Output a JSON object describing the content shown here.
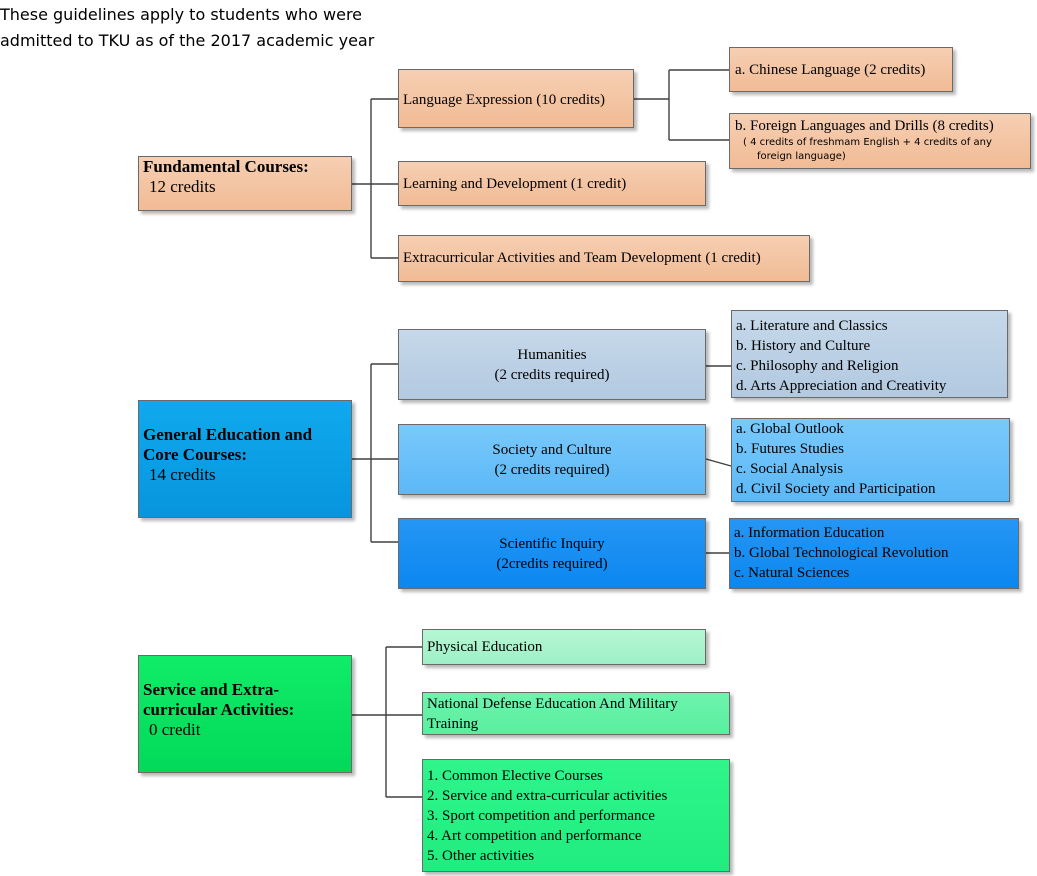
{
  "note": {
    "line1": "These guidelines apply to students who were",
    "line2": "admitted to TKU as of the 2017 academic year"
  },
  "fundamental": {
    "title": "Fundamental Courses:",
    "credits": "12 credits",
    "language_expression": "Language Expression (10 credits)",
    "chinese": "a. Chinese Language (2 credits)",
    "foreign": "b. Foreign Languages and Drills (8 credits)",
    "foreign_note1": "( 4 credits of freshmam English +  4 credits of any",
    "foreign_note2": "foreign language)",
    "learning": "Learning and Development (1 credit)",
    "extracurricular": "Extracurricular Activities and Team Development (1 credit)"
  },
  "general": {
    "title_line1": "General Education and",
    "title_line2": "Core Courses:",
    "credits": "14 credits",
    "humanities": {
      "name": "Humanities",
      "req": "(2 credits required)",
      "items": [
        "a. Literature and Classics",
        "b. History and Culture",
        "c. Philosophy and Religion",
        "d. Arts Appreciation and Creativity"
      ]
    },
    "society": {
      "name": "Society and Culture",
      "req": "(2 credits required)",
      "items": [
        "a. Global Outlook",
        "b. Futures Studies",
        "c. Social Analysis",
        "d. Civil Society and Participation"
      ]
    },
    "science": {
      "name": "Scientific Inquiry",
      "req": "(2credits required)",
      "items": [
        "a. Information Education",
        "b. Global Technological Revolution",
        "c. Natural Sciences"
      ]
    }
  },
  "service": {
    "title_line1": "Service and Extra-",
    "title_line2": "curricular Activities:",
    "credits": "0 credit",
    "physical": "Physical Education",
    "defense_line1": "National Defense Education And Military",
    "defense_line2": "Training",
    "electives": [
      "1. Common Elective Courses",
      "2. Service and extra-curricular activities",
      "3. Sport competition and performance",
      "4. Art competition and performance",
      "5. Other activities"
    ]
  },
  "colors": {
    "fundamental": "#f1bb95",
    "humanities": "#b2c9e0",
    "society": "#5cb8f6",
    "science": "#0b87f0",
    "general_main": "#0795de",
    "service_main": "#02d95a",
    "connector": "#404040"
  }
}
